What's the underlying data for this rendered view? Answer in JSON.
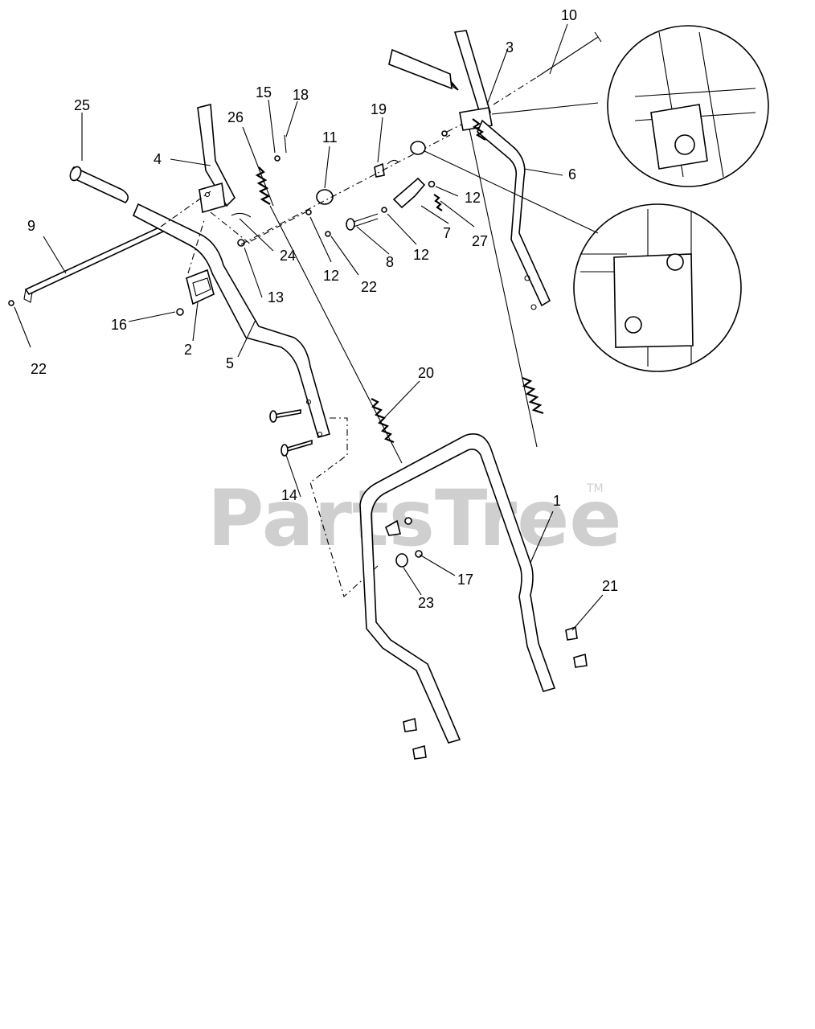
{
  "watermark": {
    "text": "PartsTree",
    "trademark": "TM"
  },
  "callouts": {
    "c1": "1",
    "c2": "2",
    "c3": "3",
    "c4": "4",
    "c5": "5",
    "c6": "6",
    "c7": "7",
    "c8": "8",
    "c9": "9",
    "c10": "10",
    "c11": "11",
    "c12a": "12",
    "c12b": "12",
    "c12c": "12",
    "c13": "13",
    "c14": "14",
    "c15": "15",
    "c16": "16",
    "c17": "17",
    "c18": "18",
    "c19": "19",
    "c20": "20",
    "c21": "21",
    "c22a": "22",
    "c22b": "22",
    "c23": "23",
    "c24": "24",
    "c25": "25",
    "c26": "26",
    "c27": "27"
  }
}
